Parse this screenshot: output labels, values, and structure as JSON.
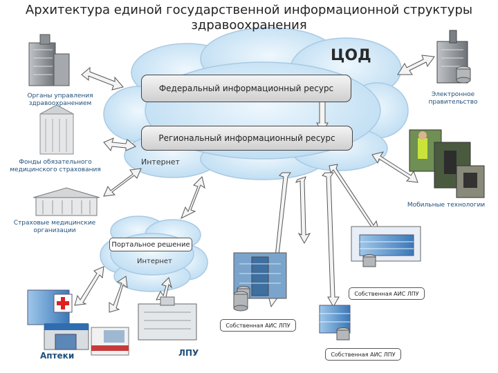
{
  "title": "Архитектура единой государственной информационной структуры здравоохранения",
  "cod": "ЦОД",
  "federal": "Федеральный информационный ресурс",
  "regional": "Региональный информационный ресурс",
  "internet1": "Интернет",
  "internet2": "Интернет",
  "portal": "Портальное решение",
  "organs": "Органы управления здравоохранением",
  "funds": "Фонды обязательного медицинского страхования",
  "insurance": "Страховые медицинские организации",
  "egov": "Электронное правительство",
  "mobile": "Мобильные технологии",
  "lpu_ais_1": "Собственная АИС ЛПУ",
  "lpu_ais_2": "Собственная АИС ЛПУ",
  "lpu_ais_3": "Собственная АИС ЛПУ",
  "pharmacies": "Аптеки",
  "lpu": "ЛПУ",
  "colors": {
    "label": "#1f4e79",
    "cloud": "#cfe6f7",
    "cloud_edge": "#a9c9e2",
    "arrow": "#f2f2f2"
  }
}
